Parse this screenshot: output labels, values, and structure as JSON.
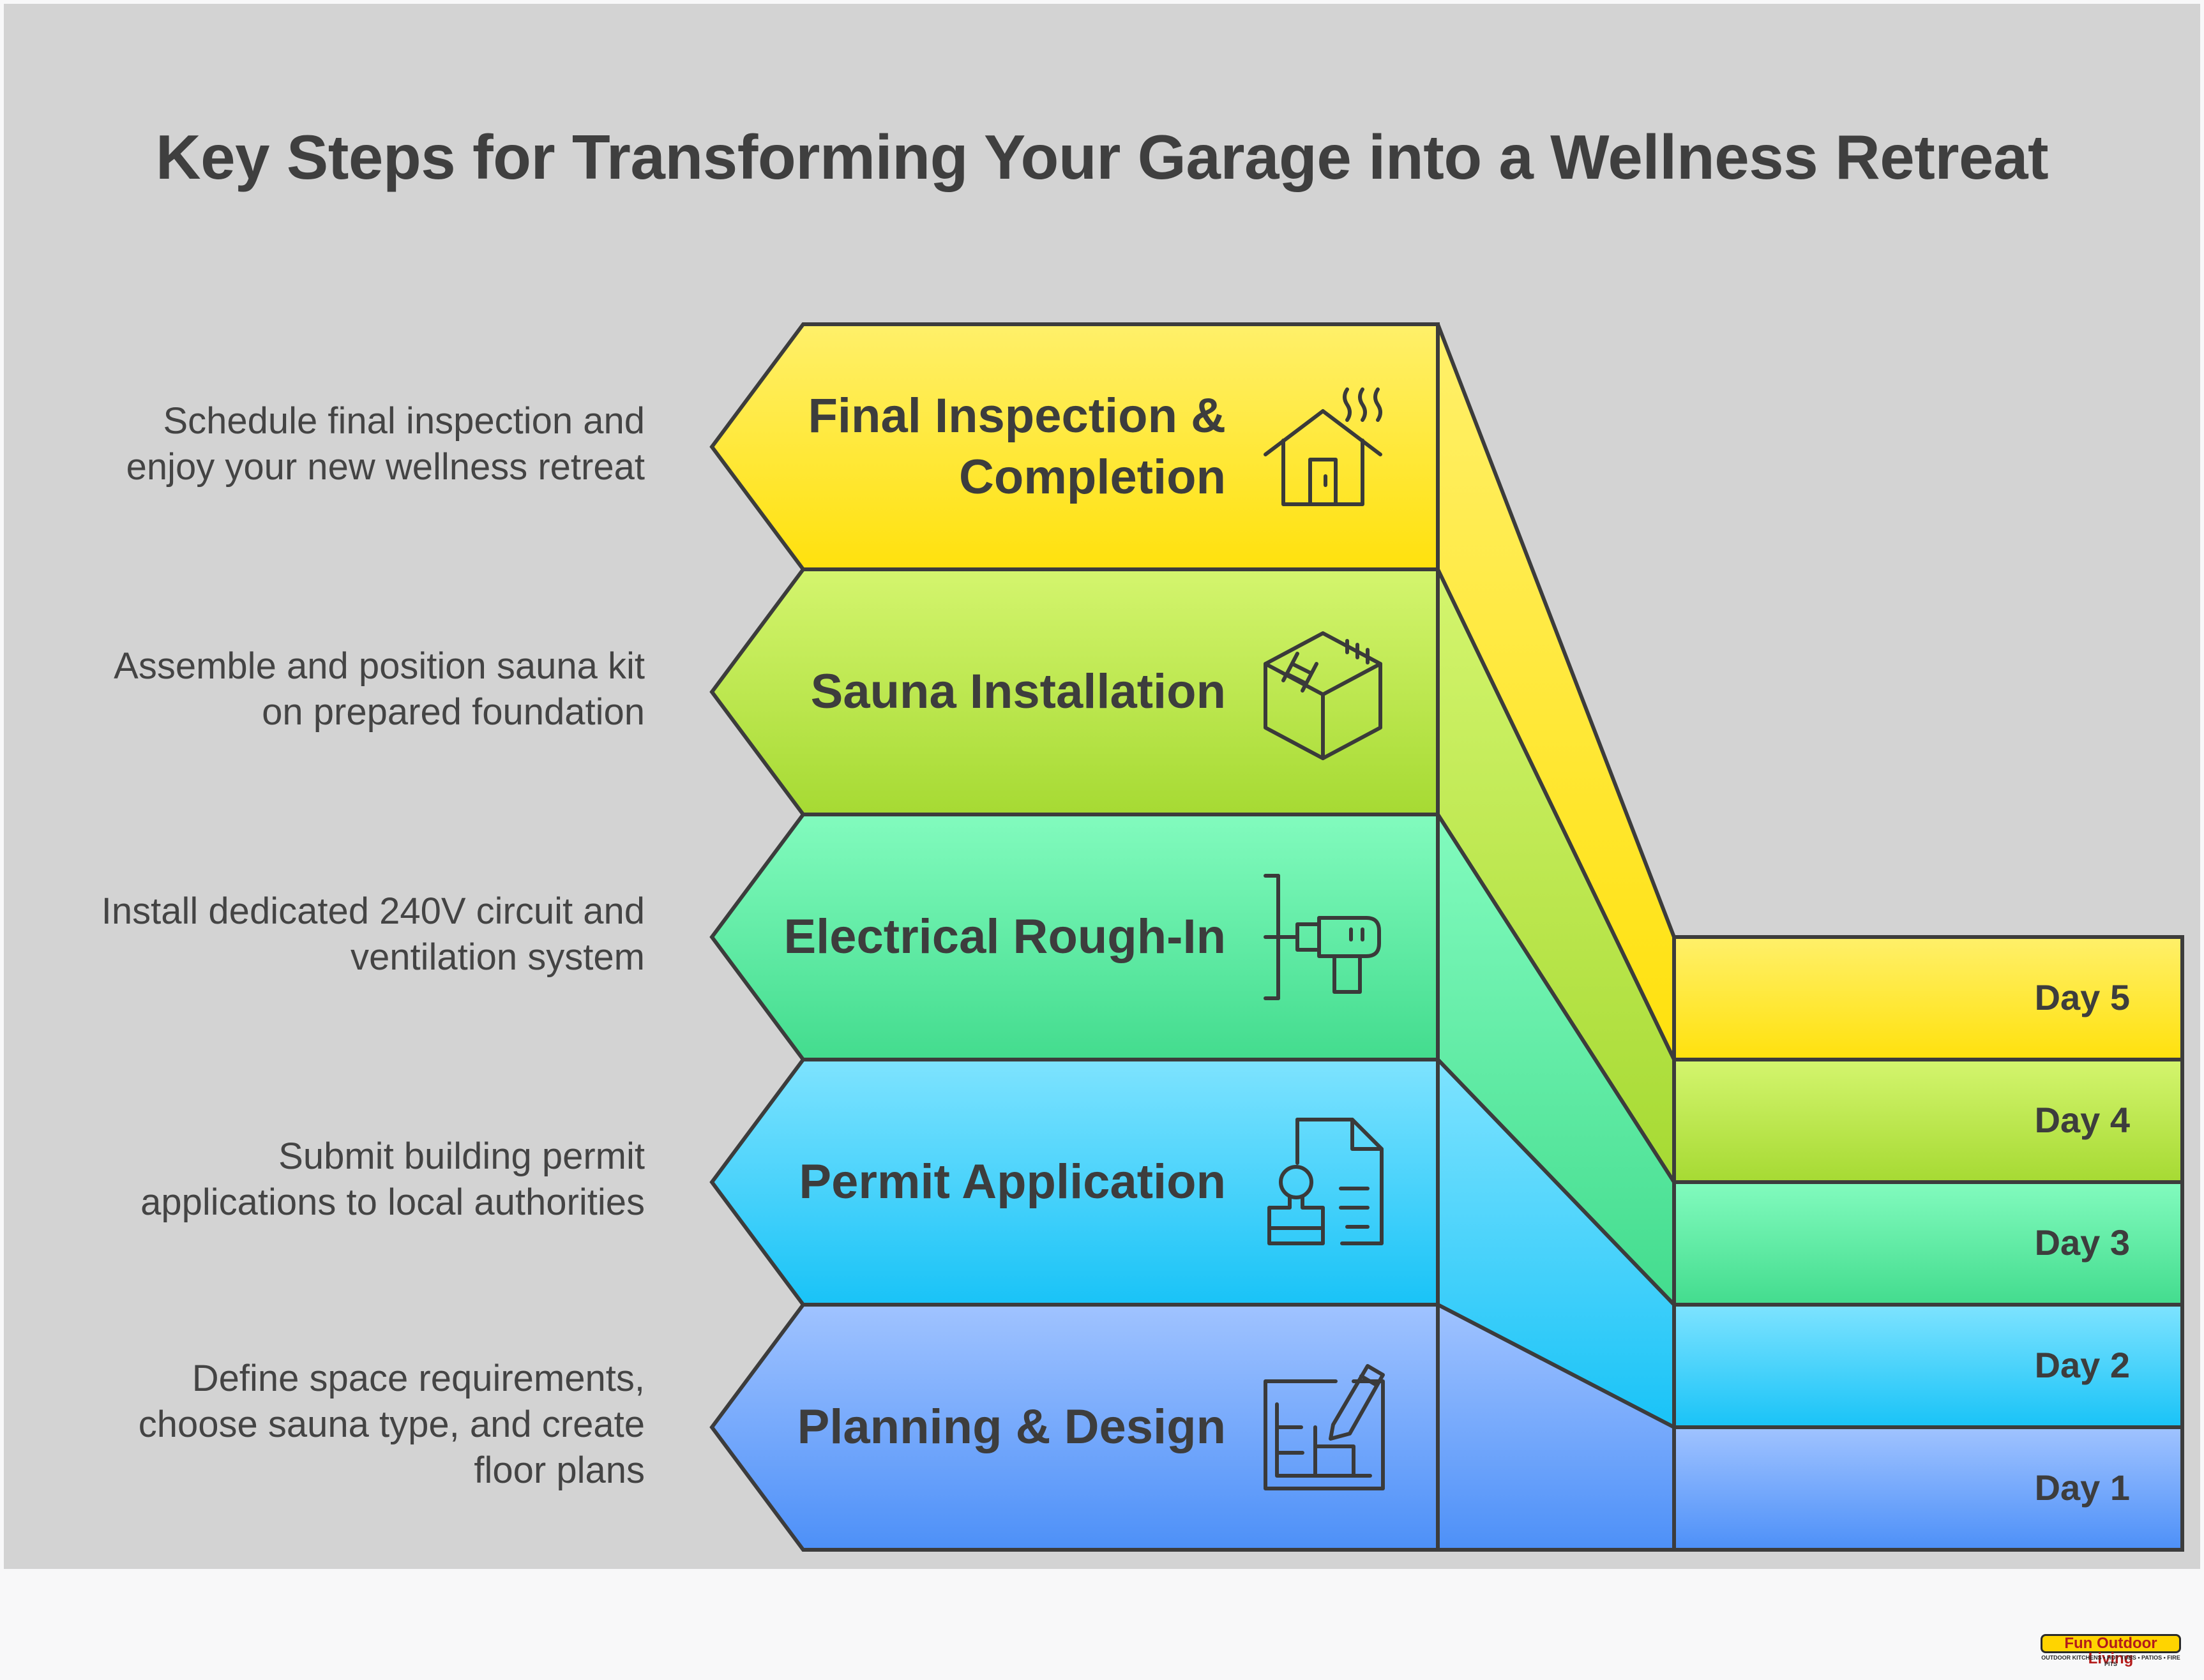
{
  "title": "Key Steps for Transforming Your Garage into a Wellness Retreat",
  "steps": [
    {
      "label_lines": [
        "Final Inspection &",
        "Completion"
      ],
      "description_lines": [
        "Schedule final inspection and",
        "enjoy your new wellness retreat"
      ],
      "day": "Day 5",
      "icon": "house-steam-icon",
      "color_top": "#fff06a",
      "color_bottom": "#ffe10d"
    },
    {
      "label_lines": [
        "Sauna Installation"
      ],
      "description_lines": [
        "Assemble and position sauna kit",
        "on prepared foundation"
      ],
      "day": "Day 4",
      "icon": "sauna-ladder-icon",
      "color_top": "#d4f56e",
      "color_bottom": "#a6da33"
    },
    {
      "label_lines": [
        "Electrical Rough-In"
      ],
      "description_lines": [
        "Install dedicated 240V circuit and",
        "ventilation system"
      ],
      "day": "Day 3",
      "icon": "drill-icon",
      "color_top": "#82fbbe",
      "color_bottom": "#43dc8e"
    },
    {
      "label_lines": [
        "Permit Application"
      ],
      "description_lines": [
        "Submit building permit",
        "applications to local authorities"
      ],
      "day": "Day 2",
      "icon": "permit-stamp-icon",
      "color_top": "#7ee3ff",
      "color_bottom": "#19c3f7"
    },
    {
      "label_lines": [
        "Planning & Design"
      ],
      "description_lines": [
        "Define space requirements,",
        "choose sauna type, and create",
        "floor plans"
      ],
      "day": "Day 1",
      "icon": "blueprint-pencil-icon",
      "color_top": "#a0c3ff",
      "color_bottom": "#4d90f8"
    }
  ],
  "logo": {
    "name": "Fun Outdoor Living",
    "tagline": "OUTDOOR KITCHENS • HOT TUBS • PATIOS • FIRE PITS"
  }
}
